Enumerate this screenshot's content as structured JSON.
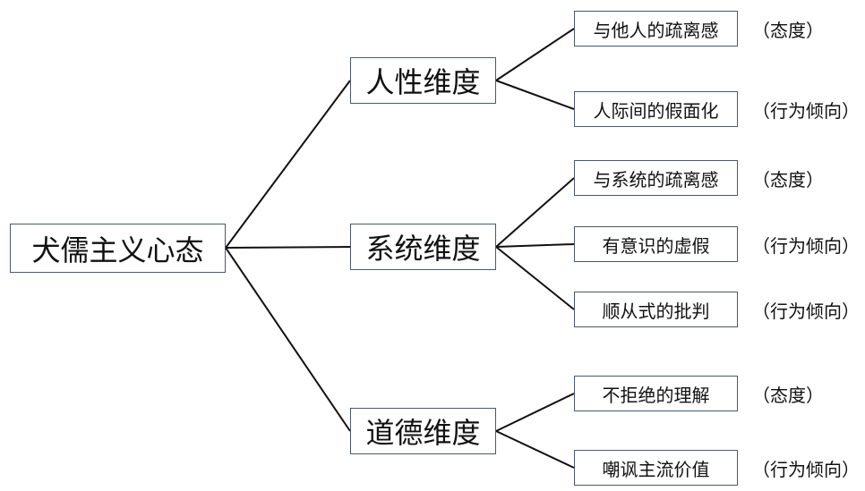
{
  "root": {
    "label": "犬儒主义心态"
  },
  "dimensions": [
    {
      "label": "人性维度",
      "items": [
        {
          "label": "与他人的疏离感",
          "tag": "（态度）"
        },
        {
          "label": "人际间的假面化",
          "tag": "（行为倾向）"
        }
      ]
    },
    {
      "label": "系统维度",
      "items": [
        {
          "label": "与系统的疏离感",
          "tag": "（态度）"
        },
        {
          "label": "有意识的虚假",
          "tag": "（行为倾向）"
        },
        {
          "label": "顺从式的批判",
          "tag": "（行为倾向）"
        }
      ]
    },
    {
      "label": "道德维度",
      "items": [
        {
          "label": "不拒绝的理解",
          "tag": "（态度）"
        },
        {
          "label": "嘲讽主流价值",
          "tag": "（行为倾向）"
        }
      ]
    }
  ]
}
